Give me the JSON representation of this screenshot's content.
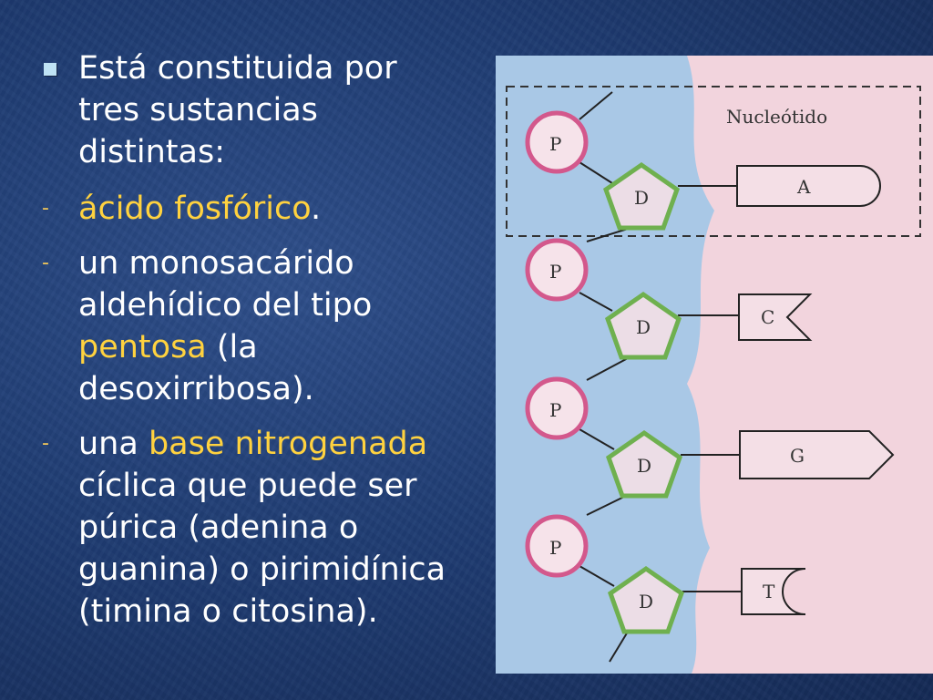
{
  "text": {
    "intro": [
      "Está constituida por",
      "tres sustancias",
      "distintas:"
    ],
    "item1": {
      "dash": "-",
      "highlight": "ácido fosfórico",
      "rest": "."
    },
    "item2": {
      "dash": "-",
      "line1": "un monosacárido",
      "line2": "aldehídico del tipo",
      "highlight": "pentosa",
      "line3_rest": " (la",
      "line4": "desoxirribosa)."
    },
    "item3": {
      "dash": "-",
      "prefix": "una ",
      "highlight": "base nitrogenada",
      "line2": "cíclica que puede ser",
      "line3": "púrica (adenina o",
      "line4": "guanina) o pirimidínica",
      "line5": "(timina o citosina)."
    }
  },
  "diagram": {
    "nucleotide_label": "Nucleótido",
    "phosphate_label": "P",
    "sugar_label": "D",
    "bases": [
      "A",
      "C",
      "G",
      "T"
    ]
  },
  "colors": {
    "background": "#203d73",
    "highlight": "#ffd23f",
    "phosphate": "#d3588c",
    "sugar": "#6fb04f",
    "strand_band": "#a9c8e6",
    "figure_bg": "#f2d4dd"
  }
}
